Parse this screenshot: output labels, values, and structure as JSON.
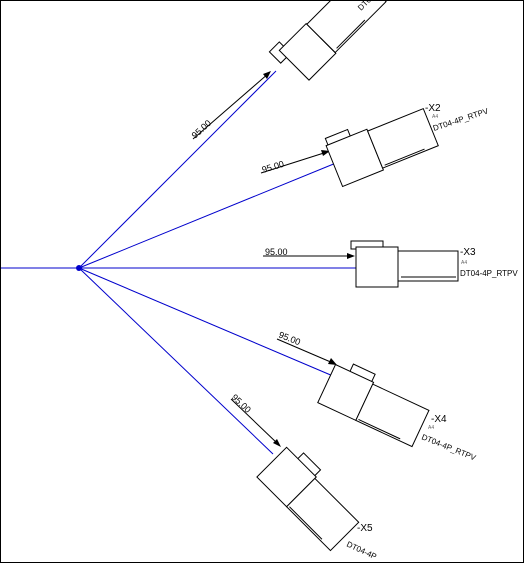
{
  "diagram": {
    "wire_color": "#0000cc",
    "node_color": "#0000cc",
    "outline_color": "#000000",
    "connectors": [
      {
        "ref": "",
        "part": "DT0",
        "pin": "",
        "length": "95.00"
      },
      {
        "ref": "-X2",
        "part": "DT04-4P_RTPV",
        "pin": "A4",
        "length": "95.00"
      },
      {
        "ref": "-X3",
        "part": "DT04-4P_RTPV",
        "pin": "A4",
        "length": "95.00"
      },
      {
        "ref": "-X4",
        "part": "DT04-4P_RTPV",
        "pin": "A4",
        "length": "95.00"
      },
      {
        "ref": "-X5",
        "part": "DT04-4P",
        "pin": "",
        "length": "95.00"
      }
    ]
  }
}
